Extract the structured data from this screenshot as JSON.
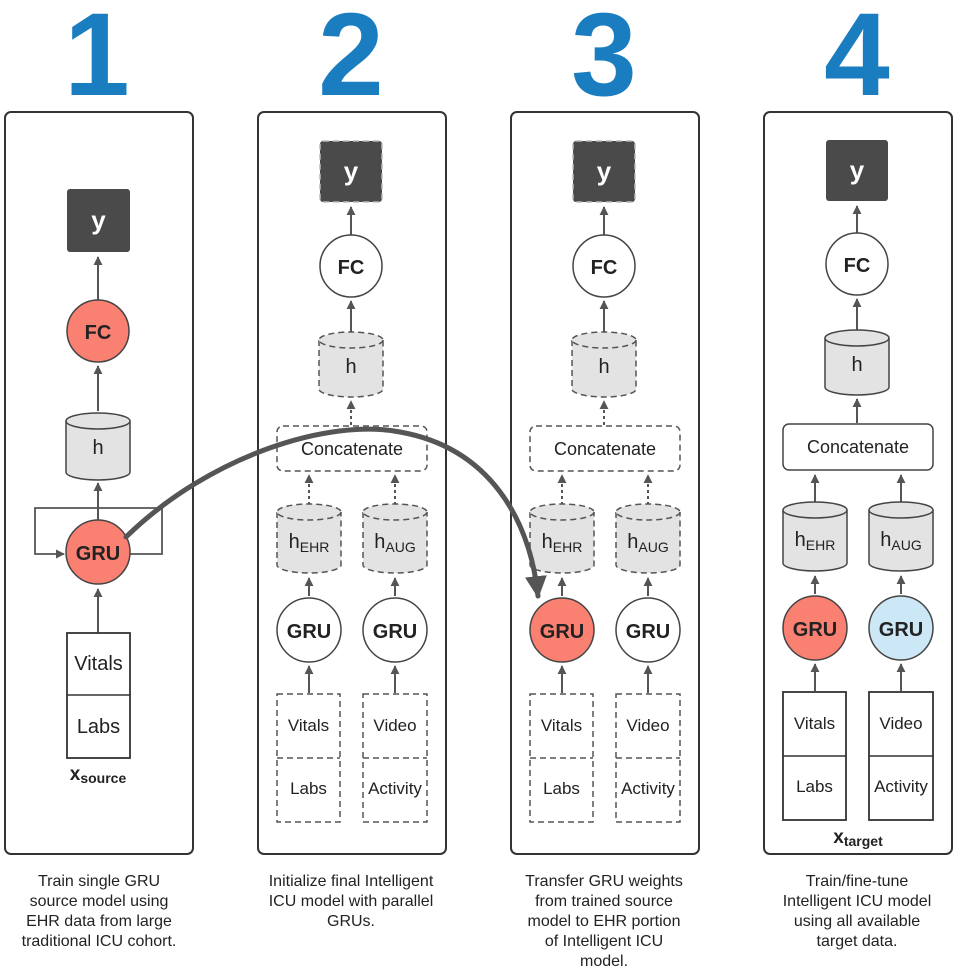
{
  "colors": {
    "step_number": "#1a7dc0",
    "gru_source": "#fa8072",
    "gru_aug": "#cce7f5",
    "output_box": "#4a4a4a",
    "hidden_fill": "#e3e3e3",
    "arrow": "#555555",
    "transfer_arrow": "#555555"
  },
  "panels": [
    {
      "number": "1",
      "output": "y",
      "fc": "FC",
      "hidden": "h",
      "gru": "GRU",
      "inputs": [
        "Vitals",
        "Labs"
      ],
      "x_base": "x",
      "x_sub": "source",
      "caption": [
        "Train single GRU",
        "source model using",
        "EHR data from large",
        "traditional ICU cohort."
      ]
    },
    {
      "number": "2",
      "output": "y",
      "fc": "FC",
      "hidden": "h",
      "concat": "Concatenate",
      "h_ehr": {
        "base": "h",
        "sub": "EHR"
      },
      "h_aug": {
        "base": "h",
        "sub": "AUG"
      },
      "gru_ehr": "GRU",
      "gru_aug": "GRU",
      "inputs_ehr": [
        "Vitals",
        "Labs"
      ],
      "inputs_aug": [
        "Video",
        "Activity"
      ],
      "caption": [
        "Initialize final Intelligent",
        "ICU model with parallel",
        "GRUs."
      ]
    },
    {
      "number": "3",
      "output": "y",
      "fc": "FC",
      "hidden": "h",
      "concat": "Concatenate",
      "h_ehr": {
        "base": "h",
        "sub": "EHR"
      },
      "h_aug": {
        "base": "h",
        "sub": "AUG"
      },
      "gru_ehr": "GRU",
      "gru_aug": "GRU",
      "inputs_ehr": [
        "Vitals",
        "Labs"
      ],
      "inputs_aug": [
        "Video",
        "Activity"
      ],
      "caption": [
        "Transfer GRU weights",
        "from trained source",
        "model to EHR portion",
        "of Intelligent ICU",
        "model."
      ]
    },
    {
      "number": "4",
      "output": "y",
      "fc": "FC",
      "hidden": "h",
      "concat": "Concatenate",
      "h_ehr": {
        "base": "h",
        "sub": "EHR"
      },
      "h_aug": {
        "base": "h",
        "sub": "AUG"
      },
      "gru_ehr": "GRU",
      "gru_aug": "GRU",
      "inputs_ehr": [
        "Vitals",
        "Labs"
      ],
      "inputs_aug": [
        "Video",
        "Activity"
      ],
      "x_base": "x",
      "x_sub": "target",
      "caption": [
        "Train/fine-tune",
        "Intelligent ICU model",
        "using all available",
        "target data."
      ]
    }
  ]
}
